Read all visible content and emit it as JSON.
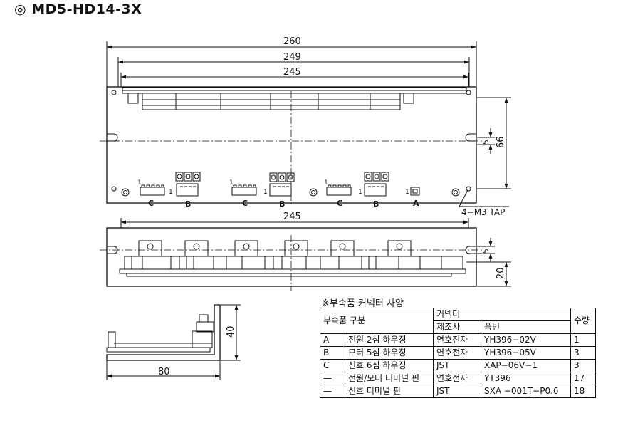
{
  "title": "◎ MD5-HD14-3X",
  "dimensions": {
    "d260": "260",
    "d249": "249",
    "d245_top": "245",
    "d66": "66",
    "d5_top": "5",
    "tap": "4−M3 TAP",
    "d245_side": "245",
    "d5_side": "5",
    "d20": "20",
    "d40": "40",
    "d80": "80"
  },
  "connector_labels": {
    "c1": "C",
    "b1": "B",
    "c2": "C",
    "b2": "B",
    "c3": "C",
    "b3": "B",
    "a": "A",
    "pin1": "1"
  },
  "accessories": {
    "heading": "※부속품 커넥터 사양",
    "header_part": "부속품 구분",
    "header_connector": "커넥터",
    "header_maker": "제조사",
    "header_partno": "품번",
    "header_qty": "수량",
    "rows": [
      {
        "id": "A",
        "name": "전원 2심 하우징",
        "maker": "연호전자",
        "partno": "YH396−02V",
        "qty": "1"
      },
      {
        "id": "B",
        "name": "모터 5심 하우징",
        "maker": "연호전자",
        "partno": "YH396−05V",
        "qty": "3"
      },
      {
        "id": "C",
        "name": "신호 6심 하우징",
        "maker": "JST",
        "partno": "XAP−06V−1",
        "qty": "3"
      },
      {
        "id": "—",
        "name": "전원/모터 터미널 핀",
        "maker": "연호전자",
        "partno": "YT396",
        "qty": "17"
      },
      {
        "id": "—",
        "name": "신호 터미널 핀",
        "maker": "JST",
        "partno": "SXA −001T−P0.6",
        "qty": "18"
      }
    ]
  }
}
